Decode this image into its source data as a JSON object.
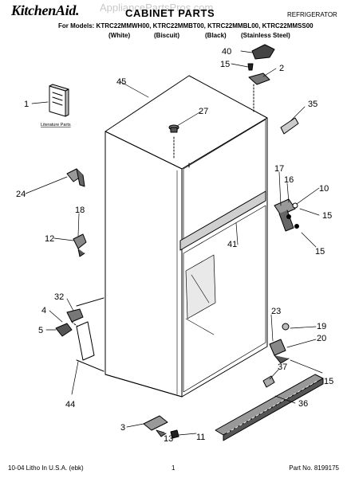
{
  "header": {
    "brand": "KitchenAid.",
    "watermark": "AppliancePartsPros.com",
    "title": "CABINET PARTS",
    "category": "REFRIGERATOR",
    "models": "For Models: KTRC22MMWH00, KTRC22MMBT00, KTRC22MMBL00, KTRC22MMSS00",
    "variants": [
      "(White)",
      "(Biscuit)",
      "(Black)",
      "(Stainless Steel)"
    ]
  },
  "literature_label": "Literature Parts",
  "callouts": [
    "1",
    "2",
    "3",
    "4",
    "5",
    "10",
    "11",
    "12",
    "13",
    "15",
    "15",
    "15",
    "15",
    "16",
    "17",
    "18",
    "19",
    "20",
    "23",
    "24",
    "27",
    "32",
    "35",
    "36",
    "37",
    "40",
    "41",
    "44",
    "45"
  ],
  "footer": {
    "print_code": "10-04 Litho In U.S.A. (ebk)",
    "page": "1",
    "part_no": "Part No. 8199175"
  }
}
